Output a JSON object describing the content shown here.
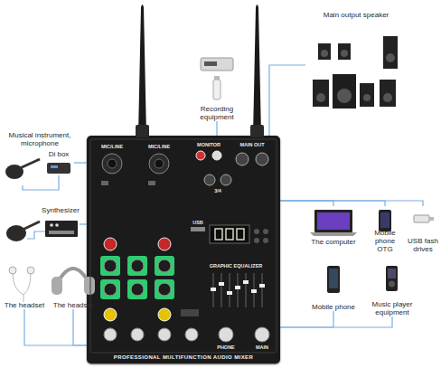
{
  "diagram": {
    "nodes": [
      {
        "text": [
          "Recording equipment"
        ]
      },
      {
        "text": [
          "Main output speaker"
        ]
      },
      {
        "text": [
          "Musical instrument, microphone"
        ]
      },
      {
        "text": [
          "Di box"
        ]
      },
      {
        "text": [
          "PROFESSIONAL MULTIFUNCTION AUDIO MIXER"
        ]
      },
      {
        "text": [
          "Synthesizer"
        ]
      },
      {
        "text": [
          "The computer"
        ]
      },
      {
        "text": [
          "Mobile phone OTG"
        ]
      },
      {
        "text": [
          "USB fash drives"
        ]
      },
      {
        "text": [
          "The headset"
        ]
      },
      {
        "text": [
          "The headset"
        ]
      },
      {
        "text": [
          "Mobile phone"
        ]
      },
      {
        "text": [
          "Music player equipment"
        ]
      }
    ],
    "edges": [
      {
        "from": 0,
        "to": 4,
        "arrow": "none"
      },
      {
        "from": 1,
        "to": 4,
        "arrow": "none"
      },
      {
        "from": 2,
        "to": 3,
        "arrow": "none"
      },
      {
        "from": 3,
        "to": 4,
        "arrow": "none"
      },
      {
        "from": 5,
        "to": 4,
        "arrow": "none"
      },
      {
        "from": 6,
        "to": 4,
        "arrow": "none"
      },
      {
        "from": 7,
        "to": 4,
        "arrow": "none"
      },
      {
        "from": 8,
        "to": 4,
        "arrow": "none"
      },
      {
        "from": 9,
        "to": 4,
        "arrow": "none"
      },
      {
        "from": 10,
        "to": 4,
        "arrow": "none"
      },
      {
        "from": 11,
        "to": 4,
        "arrow": "none"
      },
      {
        "from": 12,
        "to": 4,
        "arrow": "none"
      }
    ],
    "labels": [
      "MIC/LINE",
      "MIC/LINE",
      "MONITOR",
      "MAIN OUT",
      "3/4",
      "USB",
      "GRAPHIC EQUALIZER",
      "PHONE",
      "MAIN"
    ]
  }
}
